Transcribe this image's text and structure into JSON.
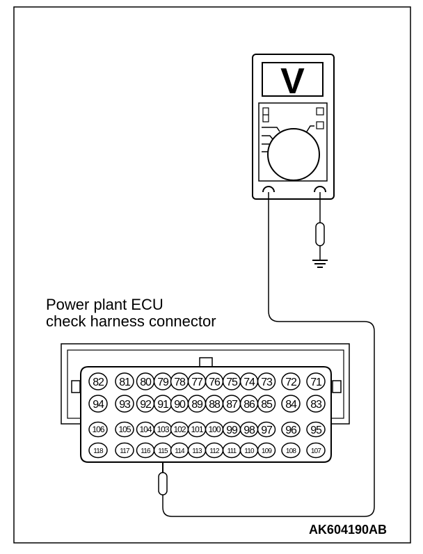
{
  "connector_label": {
    "line1": "Power plant ECU",
    "line2": "check harness connector"
  },
  "figure_code": "AK604190AB",
  "meter": {
    "mode_symbol": "V",
    "icon": "voltmeter-icon"
  },
  "ground_icon": "ground-icon",
  "pins": {
    "row1": [
      "82",
      "81",
      "80",
      "79",
      "78",
      "77",
      "76",
      "75",
      "74",
      "73",
      "72",
      "71"
    ],
    "row2": [
      "94",
      "93",
      "92",
      "91",
      "90",
      "89",
      "88",
      "87",
      "86",
      "85",
      "84",
      "83"
    ],
    "row3": [
      "106",
      "105",
      "104",
      "103",
      "102",
      "101",
      "100",
      "99",
      "98",
      "97",
      "96",
      "95"
    ],
    "row4": [
      "118",
      "117",
      "116",
      "115",
      "114",
      "113",
      "112",
      "111",
      "110",
      "109",
      "108",
      "107"
    ]
  },
  "probe_pin": "115"
}
